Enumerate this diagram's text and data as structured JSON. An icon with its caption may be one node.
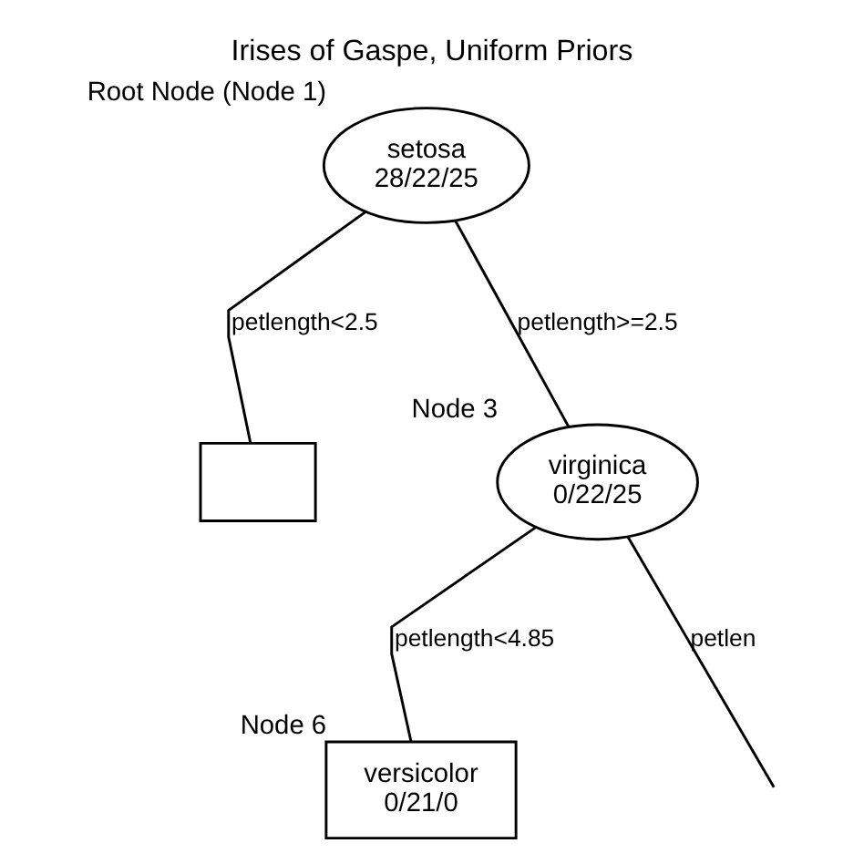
{
  "diagram": {
    "title": "Irises of Gaspe, Uniform Priors",
    "nodes": [
      {
        "text": [
          "setosa",
          "28/22/25"
        ],
        "beside": [
          "Root Node (Node 1)"
        ]
      },
      {
        "text": [],
        "shape": "box"
      },
      {
        "text": [
          "virginica",
          "0/22/25"
        ],
        "beside": [
          "Node 3"
        ]
      },
      {
        "text": [
          "versicolor",
          "0/21/0"
        ],
        "beside": [
          "Node 6"
        ]
      }
    ],
    "edges": [
      {
        "from": 0,
        "to": 1,
        "arrow": "none",
        "label": "petlength<2.5"
      },
      {
        "from": 0,
        "to": 2,
        "arrow": "none",
        "label": "petlength>=2.5"
      },
      {
        "from": 2,
        "to": 3,
        "arrow": "none",
        "label": "petlength<4.85"
      },
      {
        "from": 2,
        "to": null,
        "arrow": "none",
        "label": "petlen"
      }
    ]
  }
}
